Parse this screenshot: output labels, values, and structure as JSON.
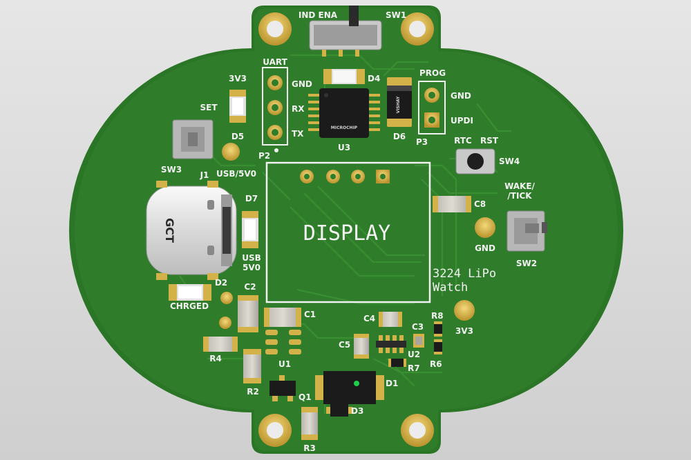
{
  "board": {
    "title": "3224 LiPo",
    "subtitle": "Watch",
    "display_label": "DISPLAY",
    "usb_brand": "GCT",
    "ic_brand_u3": "MICROCHIP",
    "ic_brand_d6": "VISHAY"
  },
  "labels": {
    "ind_ena": "IND ENA",
    "sw1": "SW1",
    "uart": "UART",
    "gnd_uart": "GND",
    "rx": "RX",
    "tx": "TX",
    "p2": "P2",
    "d4": "D4",
    "u3": "U3",
    "d6": "D6",
    "prog": "PROG",
    "gnd_prog": "GND",
    "updi": "UPDI",
    "p3": "P3",
    "v3v3_top": "3V3",
    "d5": "D5",
    "set": "SET",
    "sw3": "SW3",
    "j1": "J1",
    "usb5v0_top": "USB/5V0",
    "d7": "D7",
    "usb": "USB",
    "v5v0": "5V0",
    "d2": "D2",
    "chrged": "CHRGED",
    "rtc": "RTC",
    "rst": "RST",
    "sw4": "SW4",
    "c8": "C8",
    "wake": "WAKE/",
    "tick": "/TICK",
    "gnd_right": "GND",
    "sw2": "SW2",
    "v3v3_bottom": "3V3",
    "c2": "C2",
    "c1": "C1",
    "c4": "C4",
    "c3": "C3",
    "r8": "R8",
    "c5": "C5",
    "u2": "U2",
    "r7": "R7",
    "r6": "R6",
    "r4": "R4",
    "u1": "U1",
    "r2": "R2",
    "q1": "Q1",
    "d1": "D1",
    "d3": "D3",
    "r3": "R3"
  },
  "colors": {
    "pcb": "#2f7d2a",
    "pcb_dark": "#246a21",
    "trace": "#3a8e33",
    "silk": "#f2f2f2",
    "gold": "#d4b24a",
    "chip": "#1b1b1b"
  }
}
